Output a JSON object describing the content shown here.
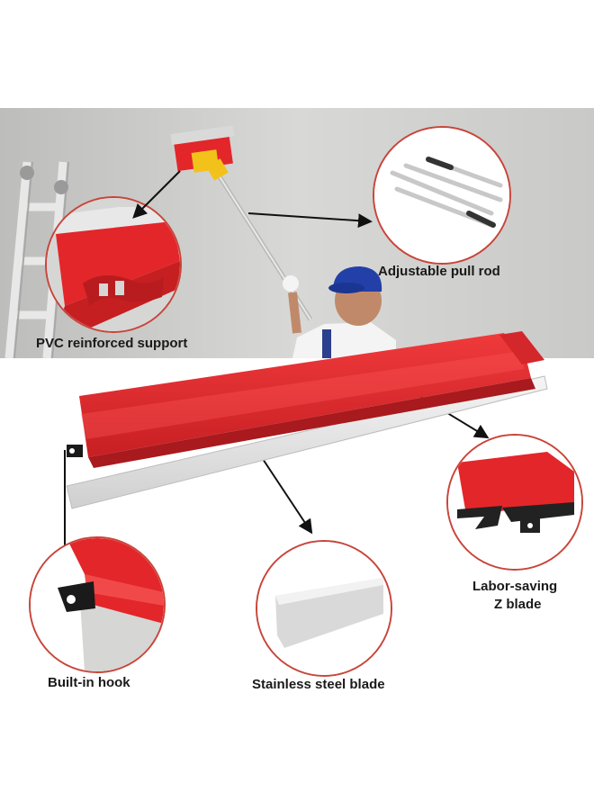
{
  "labels": {
    "pvc_support": "PVC reinforced support",
    "pull_rod": "Adjustable pull rod",
    "z_blade_line1": "Labor-saving",
    "z_blade_line2": "Z blade",
    "hook": "Built-in hook",
    "steel_blade": "Stainless steel blade"
  },
  "colors": {
    "accent_red": "#e3262a",
    "circle_border": "#c8453a",
    "wall": "#cfcfcd"
  }
}
